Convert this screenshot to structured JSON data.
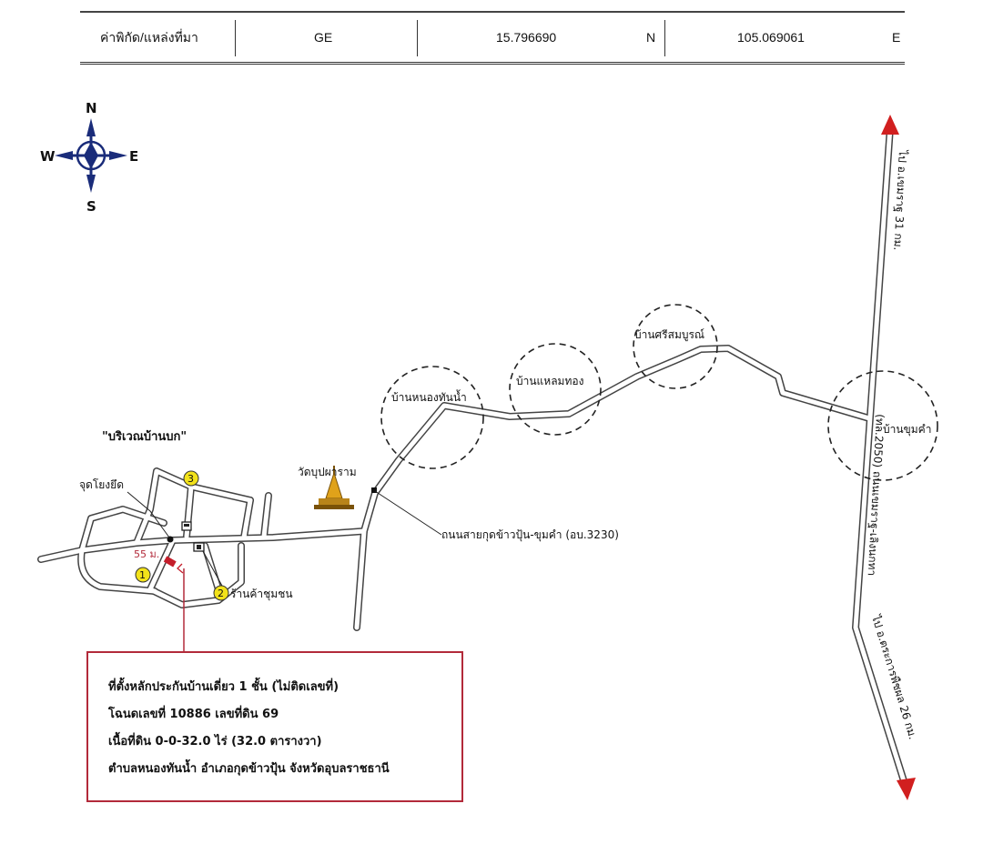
{
  "coord_row": {
    "label": "ค่าพิกัด/แหล่งที่มา",
    "source": "GE",
    "latitude": "15.796690",
    "lat_dir": "N",
    "longitude": "105.069061",
    "lon_dir": "E"
  },
  "compass": {
    "n": "N",
    "s": "S",
    "e": "E",
    "w": "W"
  },
  "labels": {
    "area": "\"บริเวณบ้านบก\"",
    "anchor": "จุดโยงยึด",
    "distance": "55 ม.",
    "shop": "ร้านค้าชุมชน",
    "temple": "วัดบุปผาราม",
    "road": "ถนนสายกุดข้าวปุ้น-ขุมคำ (อบ.3230)",
    "village_1": "บ้านหนองทันน้ำ",
    "village_2": "บ้านแหลมทอง",
    "village_3": "บ้านศรีสมบูรณ์",
    "village_4": "บ้านขุมคำ",
    "highway": "(ทล.2050) ถนนเขมราฐ-เลิงนกทา",
    "to_north": "ไป อ.เขมราฐ 31 กม.",
    "to_south": "ไป อ.ตระการพืชผล 26 กม."
  },
  "markers": [
    "1",
    "2",
    "3"
  ],
  "colors": {
    "accent_red": "#b22a3a",
    "marker_yellow": "#f2e21a",
    "compass_blue": "#1a2c7a",
    "temple_gold": "#e0a21a"
  },
  "info": {
    "line1": "ที่ตั้งหลักประกันบ้านเดี่ยว 1 ชั้น (ไม่ติดเลขที่)",
    "line2": "โฉนดเลขที่ 10886 เลขที่ดิน 69",
    "line3": "เนื้อที่ดิน 0-0-32.0 ไร่ (32.0 ตารางวา)",
    "line4": "ตำบลหนองทันน้ำ  อำเภอกุดข้าวปุ้น จังหวัดอุบลราชธานี"
  }
}
